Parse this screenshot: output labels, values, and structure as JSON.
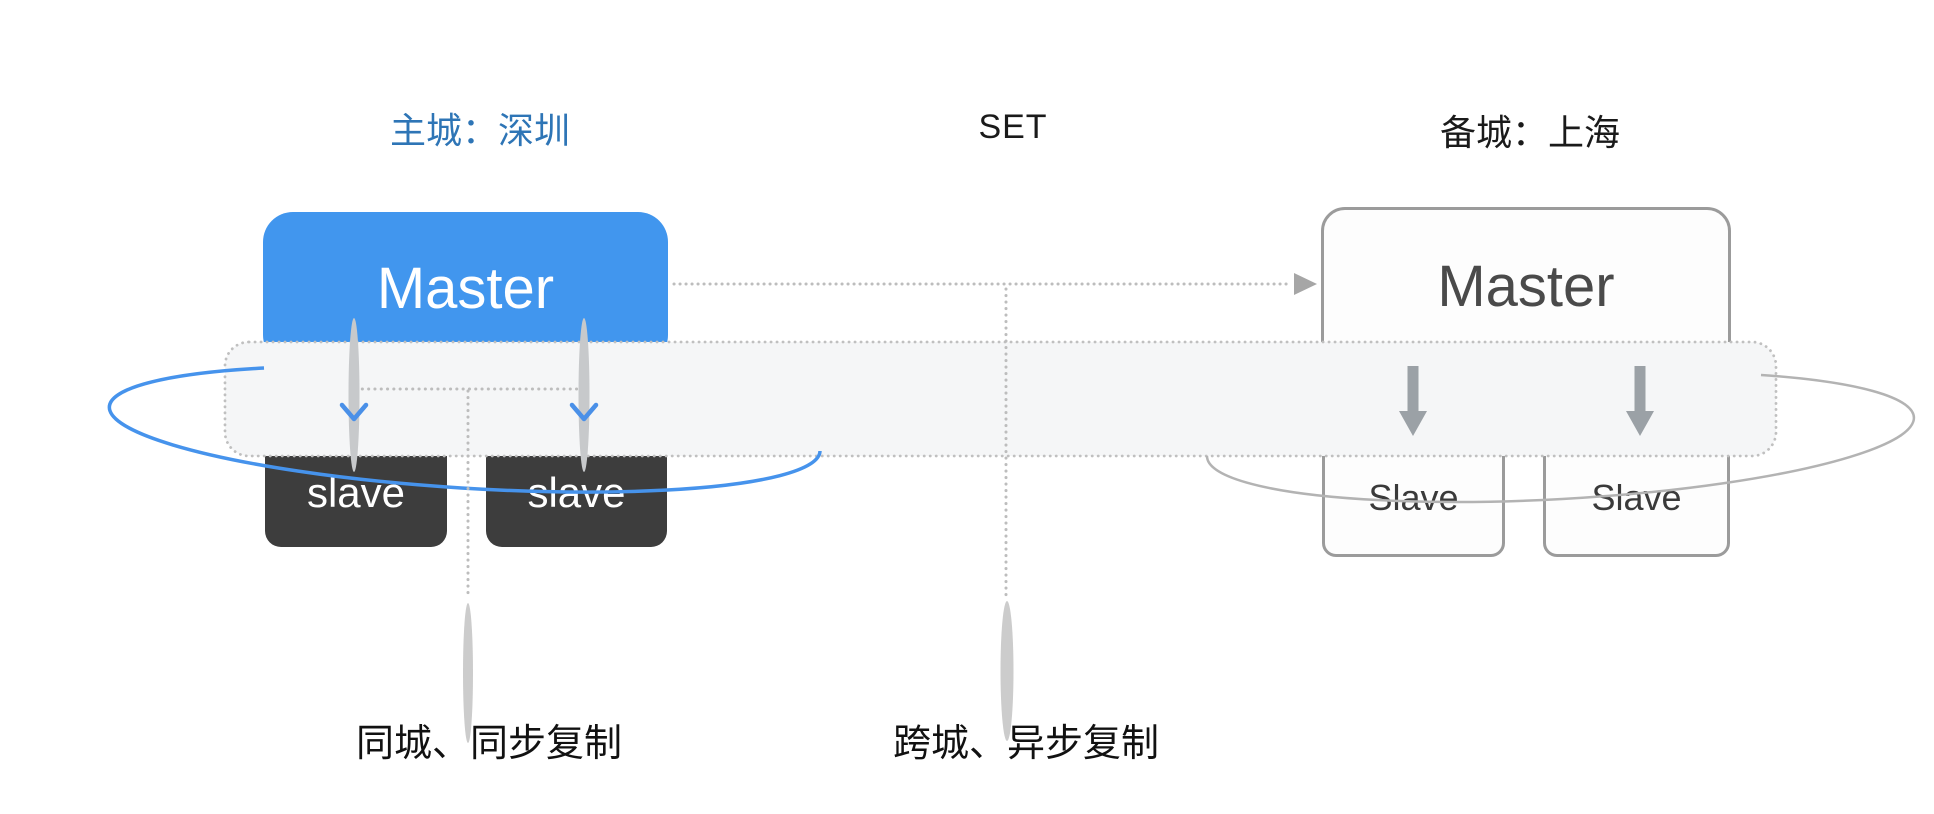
{
  "titles": {
    "primary_city": "主城：深圳",
    "set": "SET",
    "backup_city": "备城：上海"
  },
  "primary": {
    "master": "Master",
    "slaves": [
      "slave",
      "slave"
    ]
  },
  "backup": {
    "master": "Master",
    "slaves": [
      "Slave",
      "Slave"
    ]
  },
  "annotations": {
    "same_city": "同城、同步复制",
    "cross_city": "跨城、异步复制"
  },
  "colors": {
    "primary_master_fill": "#4196ee",
    "primary_slave_fill": "#3d3d3d",
    "primary_ring_stroke": "#4693ec",
    "primary_title_text": "#2e75b6",
    "backup_box_stroke": "#9b9b9b",
    "backup_ring_stroke": "#b3b3b3",
    "dotted_line": "#bdbdbd",
    "set_band_fill": "#f5f6f7",
    "arrow_gray": "#9ba1a6",
    "glow_arrow_gray": "#c7c9cb"
  }
}
